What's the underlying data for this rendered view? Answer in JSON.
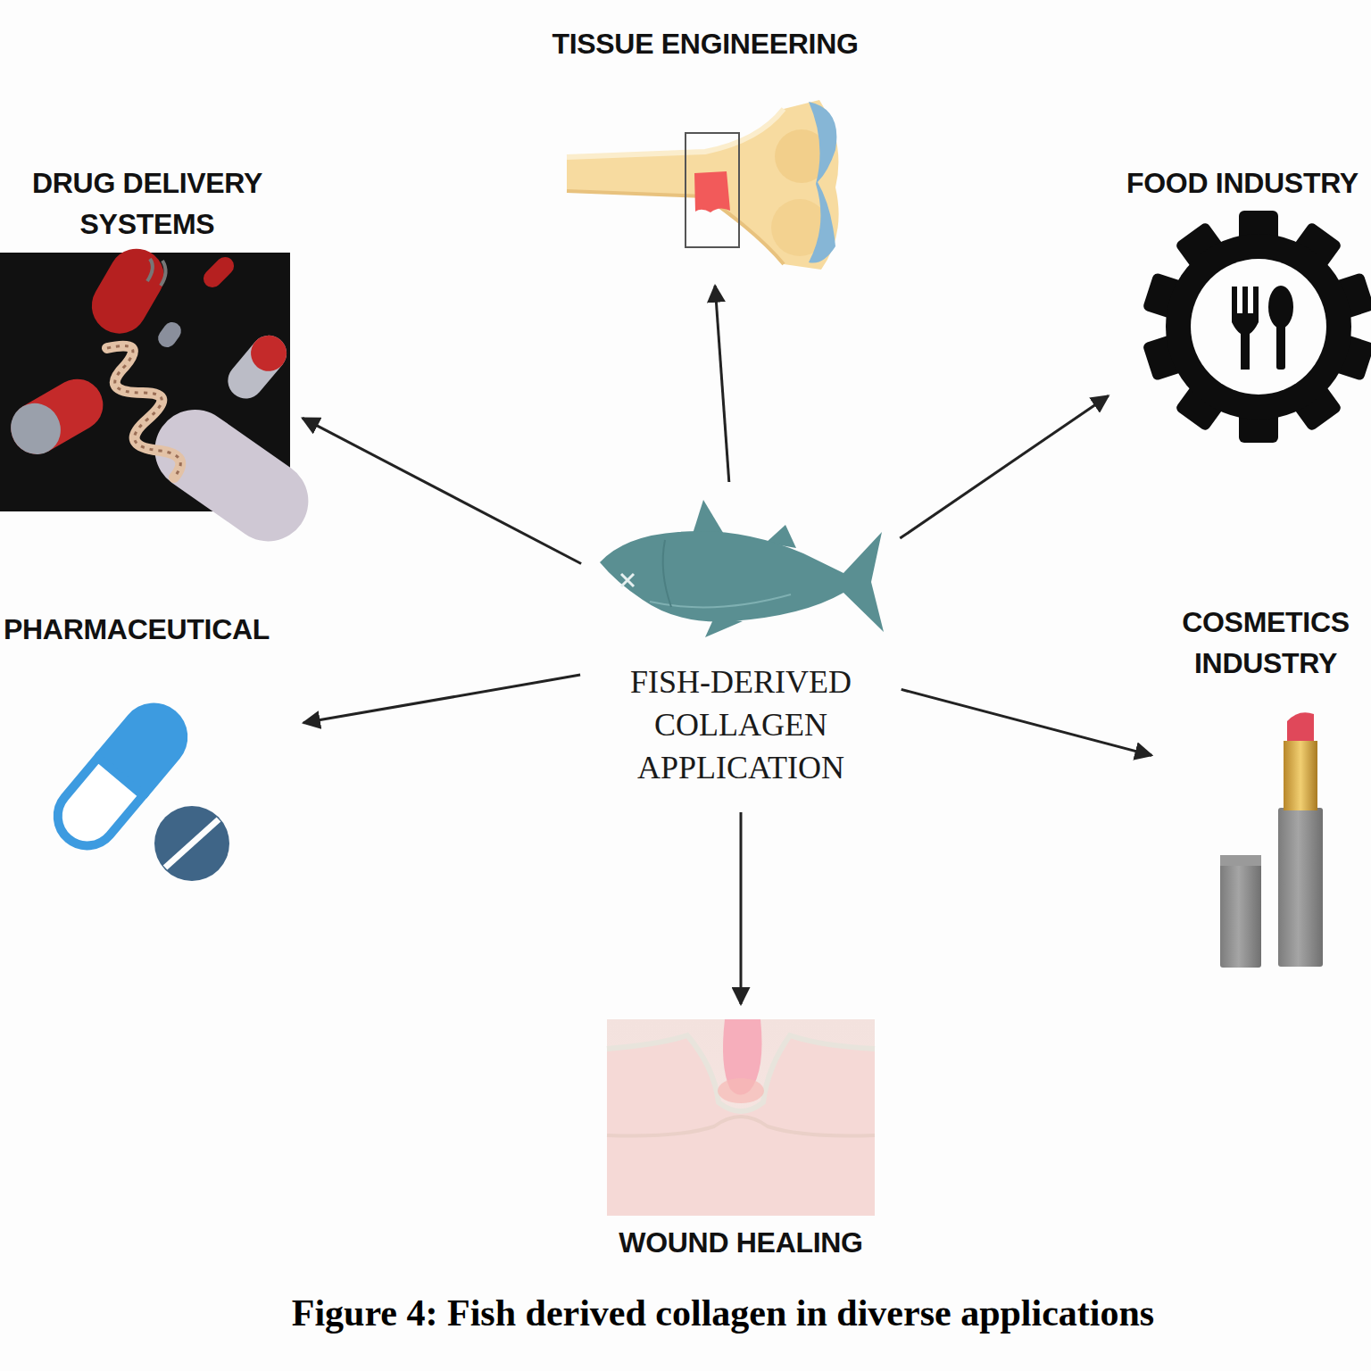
{
  "diagram": {
    "caption": "Figure 4: Fish derived collagen in diverse applications",
    "nodes": [
      {
        "text": [
          "TISSUE ENGINEERING"
        ]
      },
      {
        "text": [
          "DRUG DELIVERY SYSTEMS"
        ]
      },
      {
        "text": [
          "FOOD INDUSTRY"
        ]
      },
      {
        "text": [
          "FISH-DERIVED COLLAGEN APPLICATION"
        ]
      },
      {
        "text": [
          "PHARMACEUTICAL"
        ]
      },
      {
        "text": [
          "COSMETICS INDUSTRY"
        ]
      },
      {
        "text": [
          "WOUND HEALING"
        ]
      }
    ],
    "edges": [
      {
        "from": 3,
        "to": 0,
        "arrow": "to"
      },
      {
        "from": 3,
        "to": 1,
        "arrow": "to"
      },
      {
        "from": 3,
        "to": 2,
        "arrow": "to"
      },
      {
        "from": 3,
        "to": 4,
        "arrow": "to"
      },
      {
        "from": 3,
        "to": 5,
        "arrow": "to"
      },
      {
        "from": 3,
        "to": 6,
        "arrow": "to"
      }
    ]
  }
}
